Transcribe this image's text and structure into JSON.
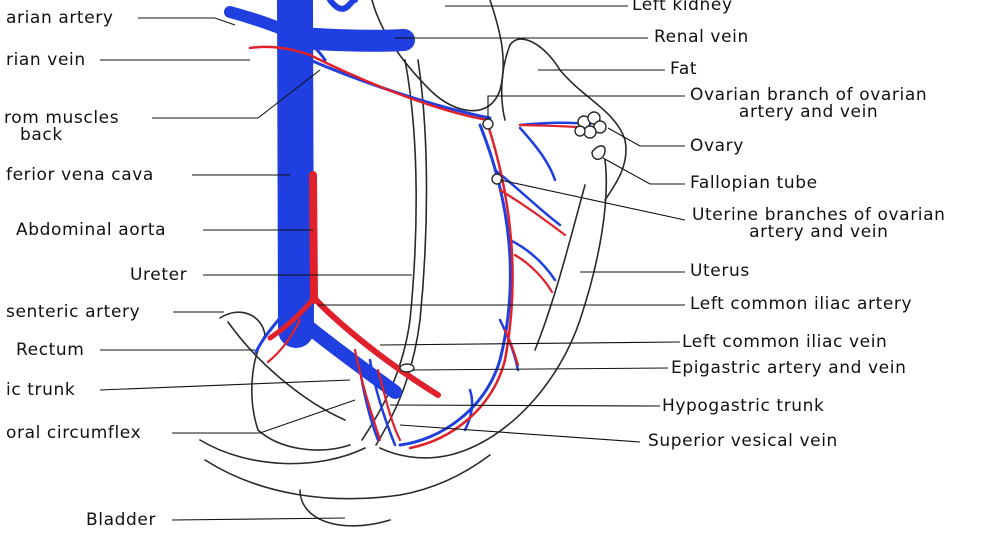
{
  "colors": {
    "vein": "#1f3fe0",
    "artery": "#e0202a",
    "ink": "#111111",
    "outline": "#2a2a2a"
  },
  "labels_left": [
    {
      "key": "ovarian_artery",
      "text": "arian artery"
    },
    {
      "key": "ovarian_vein",
      "text": "rian vein"
    },
    {
      "key": "from_muscles",
      "line1": "rom muscles",
      "line2": "back"
    },
    {
      "key": "ivc",
      "text": "ferior vena cava"
    },
    {
      "key": "aorta",
      "text": "Abdominal aorta"
    },
    {
      "key": "ureter",
      "text": "Ureter"
    },
    {
      "key": "mesenteric",
      "text": "senteric artery"
    },
    {
      "key": "rectum",
      "text": "Rectum"
    },
    {
      "key": "iliac_trunk",
      "text": "ic trunk"
    },
    {
      "key": "circumflex",
      "text": "oral circumflex"
    },
    {
      "key": "bladder",
      "text": "Bladder"
    }
  ],
  "labels_right": [
    {
      "key": "left_kidney",
      "text": "Left kidney"
    },
    {
      "key": "renal_vein",
      "text": "Renal vein"
    },
    {
      "key": "fat",
      "text": "Fat"
    },
    {
      "key": "ovarian_branch",
      "line1": "Ovarian branch of ovarian",
      "line2": "artery and vein"
    },
    {
      "key": "ovary",
      "text": "Ovary"
    },
    {
      "key": "fallopian",
      "text": "Fallopian tube"
    },
    {
      "key": "uterine_branches",
      "line1": "Uterine branches of ovarian",
      "line2": "artery and vein"
    },
    {
      "key": "uterus",
      "text": "Uterus"
    },
    {
      "key": "l_common_iliac_artery",
      "text": "Left common iliac artery"
    },
    {
      "key": "l_common_iliac_vein",
      "text": "Left common iliac vein"
    },
    {
      "key": "epigastric",
      "text": "Epigastric artery and vein"
    },
    {
      "key": "hypogastric",
      "text": "Hypogastric trunk"
    },
    {
      "key": "sup_vesical",
      "text": "Superior vesical vein"
    }
  ]
}
